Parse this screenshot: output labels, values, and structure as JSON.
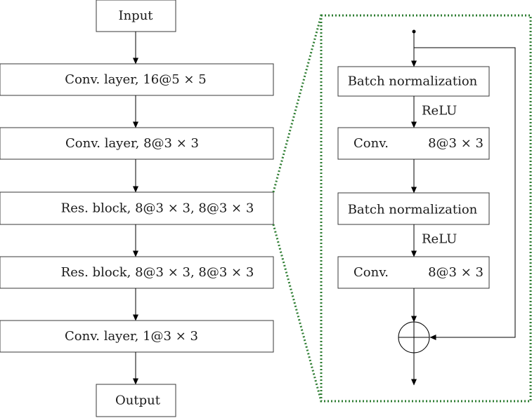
{
  "left_column": {
    "input": "Input",
    "layer1": "Conv. layer, 16@5 × 5",
    "layer2": "Conv. layer, 8@3 × 3",
    "layer3": "Res. block, 8@3 × 3, 8@3 × 3",
    "layer4": "Res. block, 8@3 × 3, 8@3 × 3",
    "layer5": "Conv. layer, 1@3 × 3",
    "output": "Output"
  },
  "residual_block": {
    "bn1": "Batch normalization",
    "relu1": "ReLU",
    "conv1_name": "Conv.",
    "conv1_spec": "8@3 × 3",
    "bn2": "Batch normalization",
    "relu2": "ReLU",
    "conv2_name": "Conv.",
    "conv2_spec": "8@3 × 3"
  },
  "colors": {
    "zoom_outline": "#2e7d32",
    "box_stroke": "#3a3a3a",
    "arrow": "#000000"
  }
}
